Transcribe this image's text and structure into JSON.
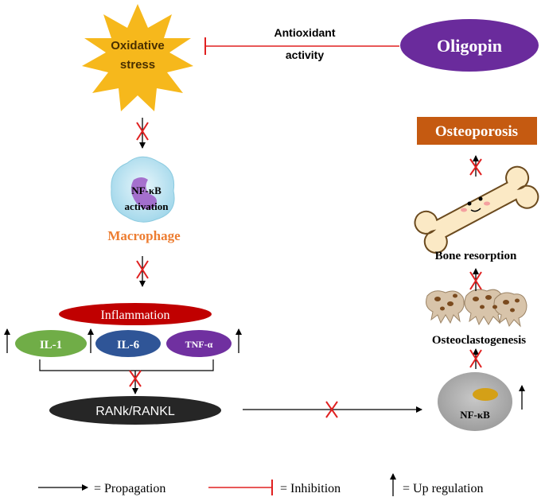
{
  "nodes": {
    "oxidative_stress": "Oxidative stress",
    "oxidative_line1": "Oxidative",
    "oxidative_line2": "stress",
    "antioxidant_line1": "Antioxidant",
    "antioxidant_line2": "activity",
    "oligopin": "Oligopin",
    "osteoporosis": "Osteoporosis",
    "nfkb_line1": "NF-κB",
    "nfkb_line2": "activation",
    "macrophage": "Macrophage",
    "bone_resorption": "Bone resorption",
    "inflammation": "Inflammation",
    "il1": "IL-1",
    "il6": "IL-6",
    "tnf": "TNF-α",
    "osteoclastogenesis": "Osteoclastogenesis",
    "rank": "RANk/RANKL",
    "nfkb_cell": "NF-κB"
  },
  "legend": {
    "propagation": "= Propagation",
    "inhibition": "= Inhibition",
    "up_regulation": "= Up regulation"
  },
  "colors": {
    "oligopin": "#6a2b9c",
    "osteoporosis": "#c55a11",
    "inflammation": "#c00000",
    "il1": "#70ad47",
    "il6": "#2f5597",
    "tnf": "#7030a0",
    "macrophage_text": "#ed7d31",
    "starburst": "#f6b81c",
    "inhibit_red": "#e02020"
  }
}
